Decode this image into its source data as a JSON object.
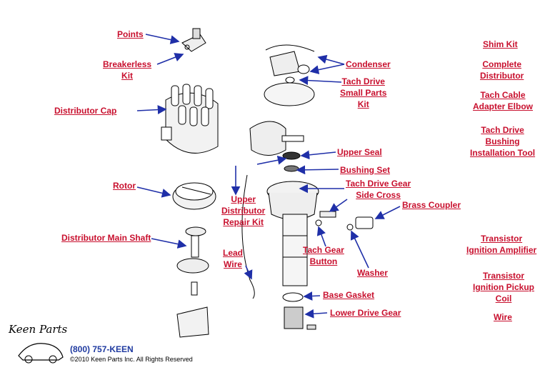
{
  "labels": {
    "points": "Points",
    "breakerless_1": "Breakerless",
    "breakerless_2": "Kit",
    "distributor_cap": "Distributor Cap",
    "rotor": "Rotor",
    "distributor_main_shaft": "Distributor Main Shaft",
    "condenser": "Condenser",
    "tach_drive_small_1": "Tach Drive",
    "tach_drive_small_2": "Small Parts",
    "tach_drive_small_3": "Kit",
    "upper_seal": "Upper Seal",
    "bushing_set": "Bushing Set",
    "tach_drive_gear_1": "Tach Drive Gear",
    "tach_drive_gear_2": "Side Cross",
    "brass_coupler": "Brass Coupler",
    "upper_dist_1": "Upper",
    "upper_dist_2": "Distributor",
    "upper_dist_3": "Repair Kit",
    "lead_wire_1": "Lead",
    "lead_wire_2": "Wire",
    "tach_gear_button_1": "Tach Gear",
    "tach_gear_button_2": "Button",
    "washer": "Washer",
    "base_gasket": "Base Gasket",
    "lower_drive_gear": "Lower Drive Gear",
    "shim_kit": "Shim Kit",
    "complete_dist_1": "Complete",
    "complete_dist_2": "Distributor",
    "tach_cable_1": "Tach Cable",
    "tach_cable_2": "Adapter Elbow",
    "tach_bushing_tool_1": "Tach Drive",
    "tach_bushing_tool_2": "Bushing",
    "tach_bushing_tool_3": "Installation Tool",
    "transistor_amp_1": "Transistor",
    "transistor_amp_2": "Ignition Amplifier",
    "transistor_coil_1": "Transistor",
    "transistor_coil_2": "Ignition Pickup",
    "transistor_coil_3": "Coil",
    "wire": "Wire"
  },
  "footer": {
    "logo": "Keen Parts",
    "phone": "(800) 757-KEEN",
    "copyright": "©2010 Keen Parts Inc. All Rights Reserved"
  },
  "colors": {
    "label": "#c8102e",
    "arrow": "#1f2fa8",
    "phone": "#1f3aa0"
  }
}
